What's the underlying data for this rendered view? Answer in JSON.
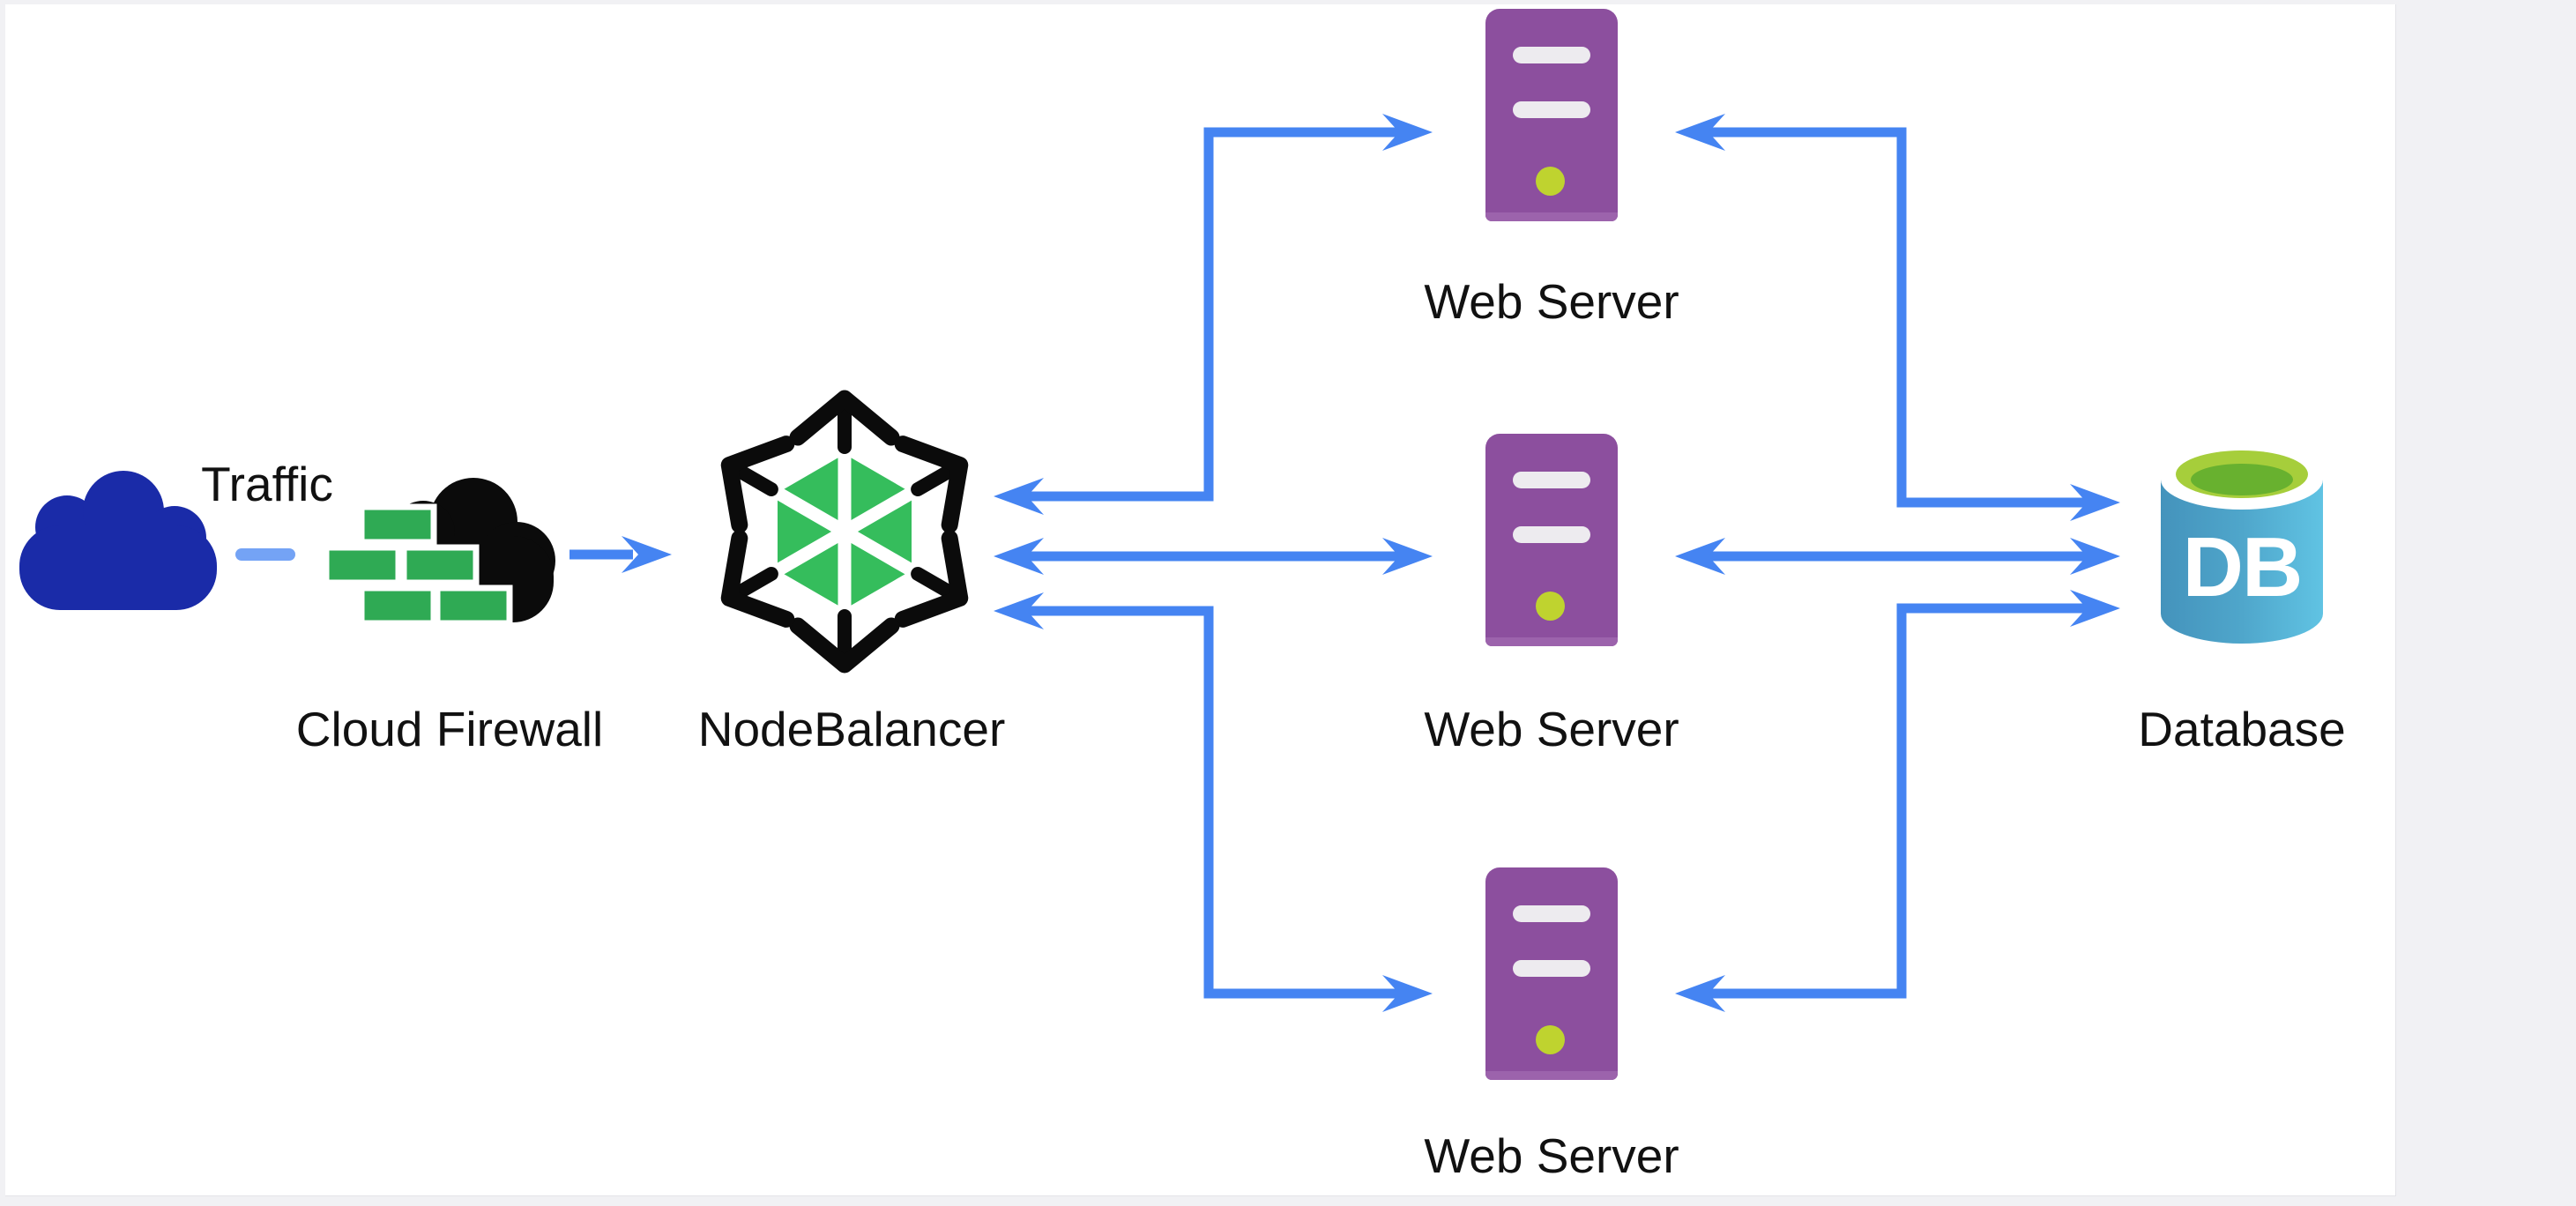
{
  "title": "NodeBalancer architecture diagram",
  "colors": {
    "bg": "#F1F1F4",
    "surface": "#FFFFFF",
    "arrow": "#4584F2",
    "dash": "#74A3F5",
    "traffic_cloud": "#1A2BA8",
    "firewall_black": "#0B0B0B",
    "brick_green": "#2FAA54",
    "nb_green": "#35BD5C",
    "nb_black": "#0B0B0B",
    "server_purple": "#8C4F9E",
    "server_purple_light": "#9C63AC",
    "server_slot": "#EDEBEF",
    "server_led": "#BFD32F",
    "db_body_left": "#4493BC",
    "db_body_right": "#60C3E3",
    "db_top_outer": "#A6CE3B",
    "db_top_inner": "#68B12F",
    "db_text": "#FFFFFF",
    "label_text": "#111111"
  },
  "nodes": [
    {
      "id": "traffic",
      "label": "Traffic",
      "icon": "cloud-icon"
    },
    {
      "id": "cloud-firewall",
      "label": "Cloud Firewall",
      "icon": "firewall-icon"
    },
    {
      "id": "nodebalancer",
      "label": "NodeBalancer",
      "icon": "nodebalancer-icon"
    },
    {
      "id": "web-server-1",
      "label": "Web Server",
      "icon": "server-icon"
    },
    {
      "id": "web-server-2",
      "label": "Web Server",
      "icon": "server-icon"
    },
    {
      "id": "web-server-3",
      "label": "Web Server",
      "icon": "server-icon"
    },
    {
      "id": "database",
      "label": "Database",
      "icon": "database-icon",
      "badge": "DB"
    }
  ],
  "edges": [
    {
      "from": "traffic",
      "to": "cloud-firewall",
      "style": "dashed",
      "arrows": "none"
    },
    {
      "from": "cloud-firewall",
      "to": "nodebalancer",
      "style": "solid",
      "arrows": "forward"
    },
    {
      "from": "nodebalancer",
      "to": "web-server-1",
      "style": "solid",
      "arrows": "both"
    },
    {
      "from": "nodebalancer",
      "to": "web-server-2",
      "style": "solid",
      "arrows": "both"
    },
    {
      "from": "nodebalancer",
      "to": "web-server-3",
      "style": "solid",
      "arrows": "both"
    },
    {
      "from": "web-server-1",
      "to": "database",
      "style": "solid",
      "arrows": "both"
    },
    {
      "from": "web-server-2",
      "to": "database",
      "style": "solid",
      "arrows": "both"
    },
    {
      "from": "web-server-3",
      "to": "database",
      "style": "solid",
      "arrows": "both"
    }
  ]
}
